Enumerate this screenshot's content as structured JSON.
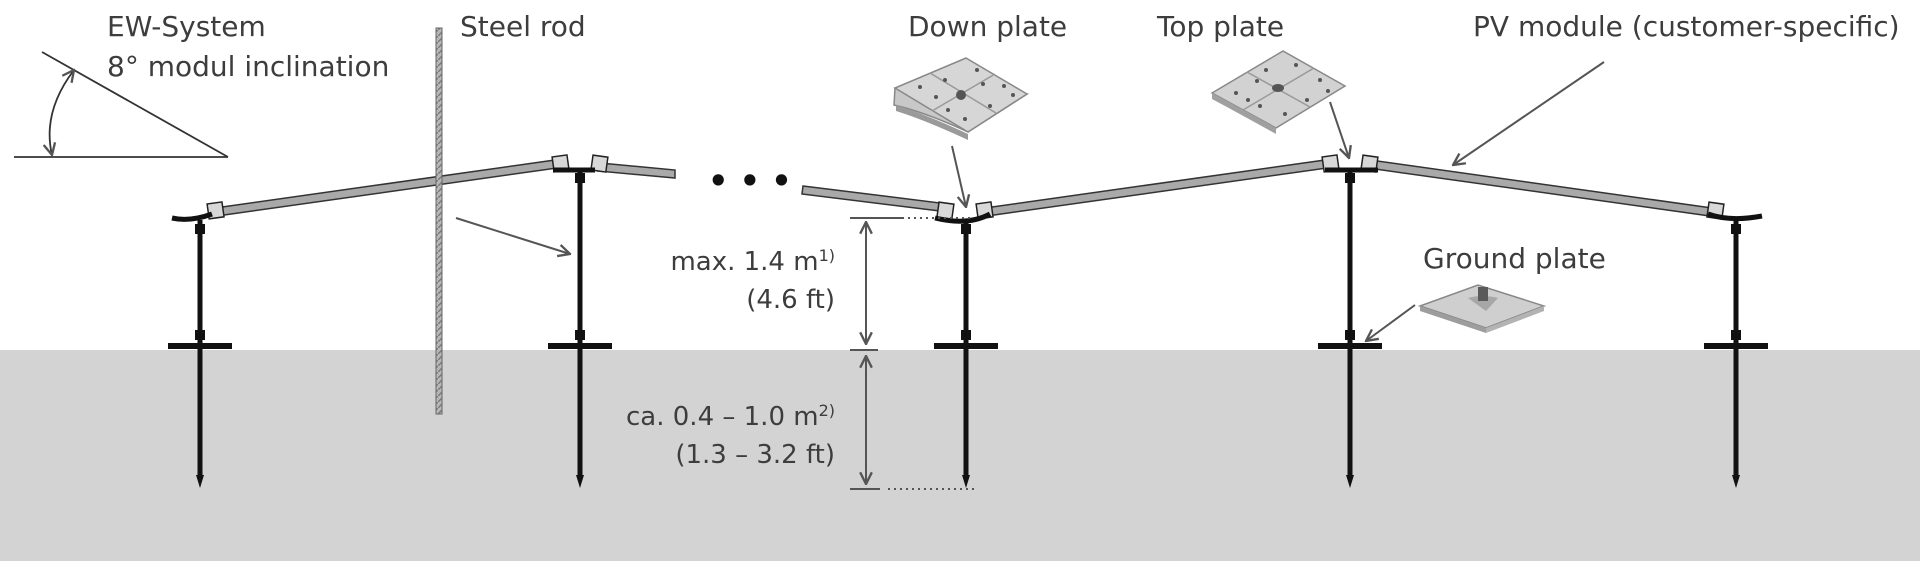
{
  "labels": {
    "ew_system": "EW-System",
    "inclination": "8° modul inclination",
    "steel_rod": "Steel rod",
    "down_plate": "Down plate",
    "top_plate": "Top plate",
    "pv_module": "PV module (customer-specific)",
    "ground_plate": "Ground plate"
  },
  "dimensions": {
    "height_text": "max. 1.4 m",
    "height_note": "1)",
    "height_imperial": "(4.6 ft)",
    "depth_text": "ca. 0.4 – 1.0 m",
    "depth_note": "2)",
    "depth_imperial": "(1.3 – 3.2 ft)"
  },
  "continuation": "• • •",
  "colors": {
    "ground": "#d2d3d2",
    "structure": "#111111",
    "module": "#a9a9a9",
    "arrow": "#555555",
    "text": "#3d3d3d"
  }
}
